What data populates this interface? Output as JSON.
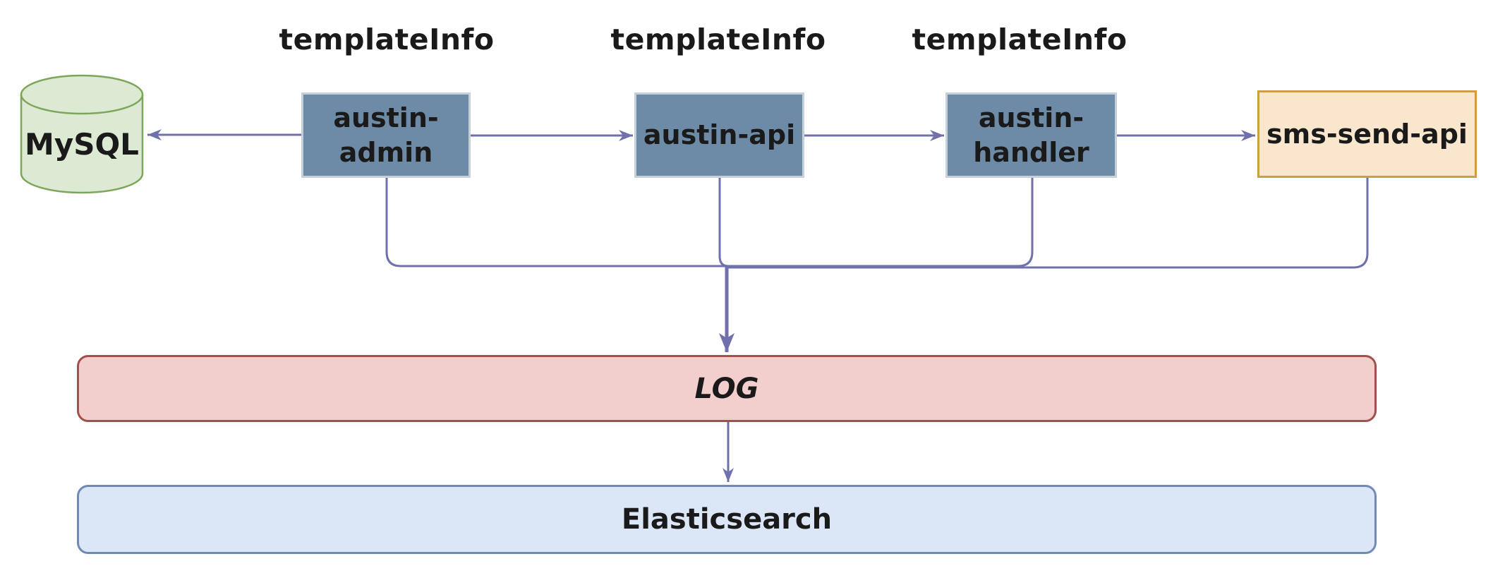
{
  "diagram": {
    "edge_labels": [
      "templateInfo",
      "templateInfo",
      "templateInfo"
    ],
    "nodes": {
      "mysql": {
        "label": "MySQL"
      },
      "austin_admin": {
        "line1": "austin-",
        "line2": "admin"
      },
      "austin_api": {
        "label": "austin-api"
      },
      "austin_handler": {
        "line1": "austin-",
        "line2": "handler"
      },
      "sms_send_api": {
        "label": "sms-send-api"
      },
      "log": {
        "label": "LOG"
      },
      "elasticsearch": {
        "label": "Elasticsearch"
      }
    },
    "colors": {
      "background": "#ffffff",
      "text": "#1a1a1a",
      "connector": "#7070ad",
      "service_fill": "#6d8ba6",
      "service_border": "#c6d0da",
      "mysql_fill": "#dce9d3",
      "mysql_border": "#7ea65b",
      "sms_fill": "#fae6cc",
      "sms_border": "#cf9d42",
      "log_fill": "#f2cfcd",
      "log_border": "#a34f4d",
      "es_fill": "#dbe6f6",
      "es_border": "#7189b5"
    }
  }
}
